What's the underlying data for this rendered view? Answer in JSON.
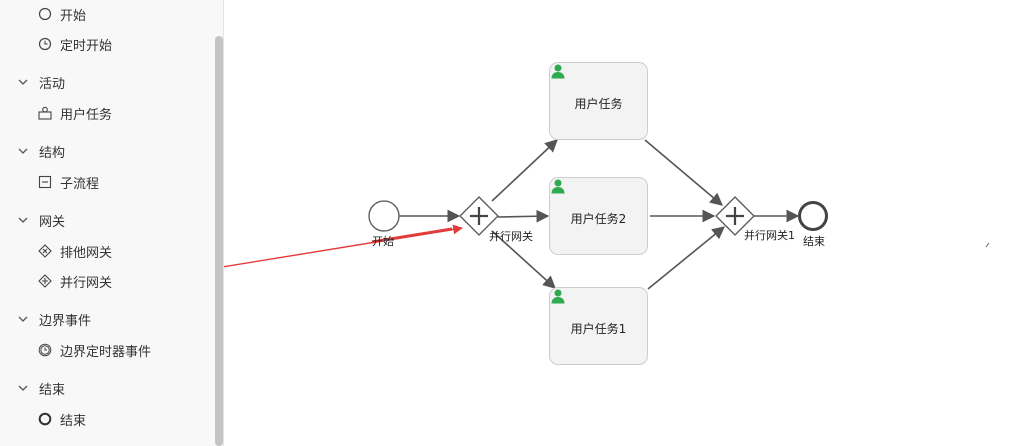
{
  "sidebar": {
    "items": [
      {
        "kind": "item",
        "label": "开始",
        "icon": "circle-outline-icon"
      },
      {
        "kind": "item",
        "label": "定时开始",
        "icon": "clock-icon"
      },
      {
        "kind": "group",
        "label": "活动"
      },
      {
        "kind": "item",
        "label": "用户任务",
        "icon": "user-task-icon"
      },
      {
        "kind": "group",
        "label": "结构"
      },
      {
        "kind": "item",
        "label": "子流程",
        "icon": "subprocess-icon"
      },
      {
        "kind": "group",
        "label": "网关"
      },
      {
        "kind": "item",
        "label": "排他网关",
        "icon": "exclusive-gateway-icon"
      },
      {
        "kind": "item",
        "label": "并行网关",
        "icon": "parallel-gateway-icon"
      },
      {
        "kind": "group",
        "label": "边界事件"
      },
      {
        "kind": "item",
        "label": "边界定时器事件",
        "icon": "timer-icon"
      },
      {
        "kind": "group",
        "label": "结束"
      },
      {
        "kind": "item",
        "label": "结束",
        "icon": "end-circle-icon"
      }
    ]
  },
  "diagram": {
    "start_label": "开始",
    "gateway1_label": "并行网关",
    "gateway2_label": "并行网关1",
    "end_label": "结束",
    "tasks": [
      {
        "label": "用户任务"
      },
      {
        "label": "用户任务2"
      },
      {
        "label": "用户任务1"
      }
    ],
    "colors": {
      "user_icon": "#2eaa4f",
      "annotation_arrow": "#e33b3b",
      "edge": "#555555"
    }
  }
}
